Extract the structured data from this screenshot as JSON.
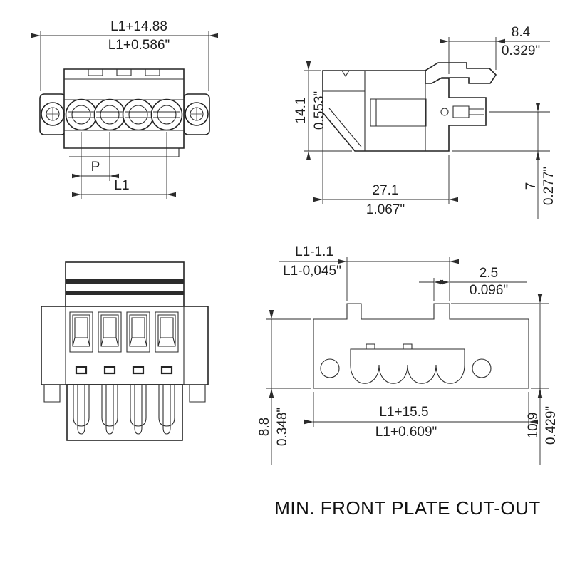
{
  "ink": "#242424",
  "title": "MIN. FRONT PLATE CUT-OUT",
  "front_view": {
    "overall_width_mm": "L1+14.88",
    "overall_width_in": "L1+0.586\"",
    "pitch_label": "P",
    "span_label": "L1"
  },
  "side_view": {
    "height_mm": "14.1",
    "height_in": "0.553\"",
    "latch_mm": "8.4",
    "latch_in": "0.329\"",
    "depth_mm": "27.1",
    "depth_in": "1.067\"",
    "offset_mm": "7",
    "offset_in": "0.277\""
  },
  "cutout_view": {
    "notch_span_mm": "L1-1.1",
    "notch_span_in": "L1-0,045\"",
    "tab_mm": "2.5",
    "tab_in": "0.096\"",
    "width_mm": "L1+15.5",
    "width_in": "L1+0.609\"",
    "left_height_mm": "8.8",
    "left_height_in": "0.348\"",
    "right_height_mm": "10.9",
    "right_height_in": "0.429\""
  }
}
